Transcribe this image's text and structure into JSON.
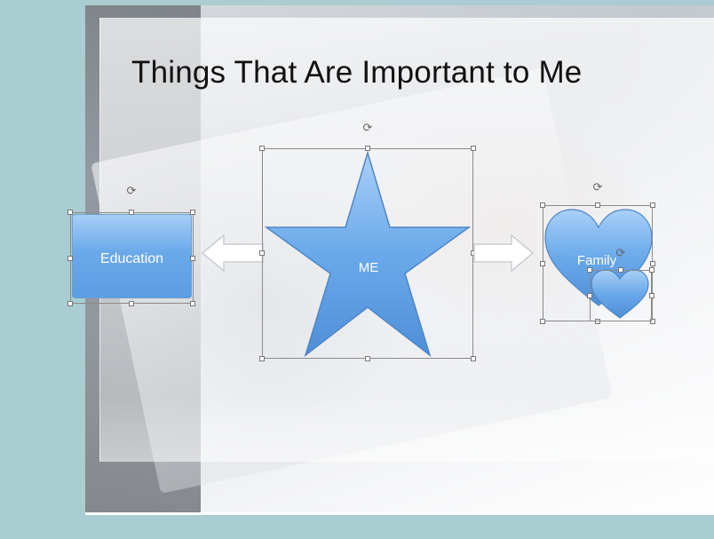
{
  "slide": {
    "title": "Things That Are Important to Me"
  },
  "shapes": {
    "education": {
      "label": "Education"
    },
    "center": {
      "label": "ME"
    },
    "family": {
      "label": "Family"
    }
  },
  "colors": {
    "slide_border": "#a9cdd0",
    "shape_fill": "#6aa9ea",
    "arrow_fill": "#ffffff"
  },
  "icons": {
    "rotate_handle": "rotate-icon",
    "center_shape": "star-shape",
    "family_shape": "hearts-shape",
    "left_arrow": "left-arrow",
    "right_arrow": "right-arrow"
  }
}
